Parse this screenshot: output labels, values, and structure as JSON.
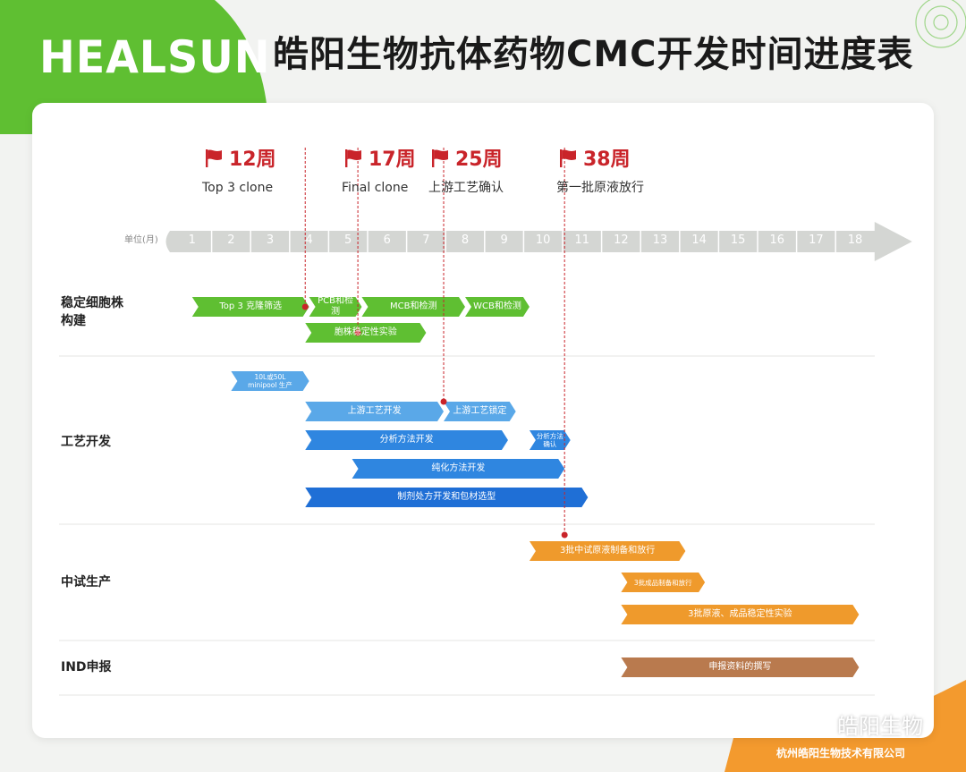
{
  "header": {
    "logo_text": "HEALSUN",
    "title": "皓阳生物抗体药物CMC开发时间进度表"
  },
  "axis": {
    "unit_label": "单位(月)",
    "months": [
      "1",
      "2",
      "3",
      "4",
      "5",
      "6",
      "7",
      "8",
      "9",
      "10",
      "11",
      "12",
      "13",
      "14",
      "15",
      "16",
      "17",
      "18"
    ]
  },
  "milestones": [
    {
      "week": "12周",
      "label": "Top 3 clone",
      "month_pos": 3.4
    },
    {
      "week": "17周",
      "label": "Final clone",
      "month_pos": 4.75
    },
    {
      "week": "25周",
      "label": "上游工艺确认",
      "month_pos": 6.95
    },
    {
      "week": "38周",
      "label": "第一批原液放行",
      "month_pos": 10.05
    }
  ],
  "sections": [
    {
      "label": "稳定细胞株\n构建"
    },
    {
      "label": "工艺开发"
    },
    {
      "label": "中试生产"
    },
    {
      "label": "IND申报"
    }
  ],
  "bars": [
    {
      "text": "Top 3 克隆筛选",
      "start": 0.5,
      "end": 3.5,
      "row": 0,
      "color": "#5fbf32",
      "small": false
    },
    {
      "text": "PCB和检测",
      "start": 3.5,
      "end": 4.85,
      "row": 0,
      "color": "#5fbf32",
      "small": false
    },
    {
      "text": "MCB和检测",
      "start": 4.85,
      "end": 7.5,
      "row": 0,
      "color": "#5fbf32",
      "small": false
    },
    {
      "text": "WCB和检测",
      "start": 7.5,
      "end": 9.15,
      "row": 0,
      "color": "#5fbf32",
      "small": false
    },
    {
      "text": "胞株稳定性实验",
      "start": 3.4,
      "end": 6.5,
      "row": 1,
      "color": "#5fbf32",
      "small": false
    },
    {
      "text": "10L或50L\nminipool 生产",
      "start": 1.5,
      "end": 3.5,
      "row": 2,
      "color": "#5aa8e8",
      "small": true
    },
    {
      "text": "上游工艺开发",
      "start": 3.4,
      "end": 6.95,
      "row": 3,
      "color": "#5aa8e8",
      "small": false
    },
    {
      "text": "上游工艺锁定",
      "start": 6.95,
      "end": 8.8,
      "row": 3,
      "color": "#5aa8e8",
      "small": false
    },
    {
      "text": "分析方法开发",
      "start": 3.4,
      "end": 8.6,
      "row": 4,
      "color": "#2f86e0",
      "small": false
    },
    {
      "text": "分析方法\n确认",
      "start": 9.15,
      "end": 10.2,
      "row": 4,
      "color": "#2f86e0",
      "small": true
    },
    {
      "text": "纯化方法开发",
      "start": 4.6,
      "end": 10.05,
      "row": 5,
      "color": "#2f86e0",
      "small": false
    },
    {
      "text": "制剂处方开发和包材选型",
      "start": 3.4,
      "end": 10.65,
      "row": 6,
      "color": "#1f6fd6",
      "small": false
    },
    {
      "text": "3批中试原液制备和放行",
      "start": 9.15,
      "end": 13.15,
      "row": 7,
      "color": "#ef9a2c",
      "small": false
    },
    {
      "text": "3批成品制备和放行",
      "start": 11.5,
      "end": 13.65,
      "row": 8,
      "color": "#ef9a2c",
      "small": true
    },
    {
      "text": "3批原液、成品稳定性实验",
      "start": 11.5,
      "end": 17.6,
      "row": 9,
      "color": "#ef9a2c",
      "small": false
    },
    {
      "text": "申报资料的撰写",
      "start": 11.5,
      "end": 17.6,
      "row": 10,
      "color": "#b97a4e",
      "small": false
    }
  ],
  "footer": {
    "wechat_text": "皓阳生物",
    "company": "杭州皓阳生物技术有限公司"
  },
  "colors": {
    "brand_green": "#5fbf32",
    "brand_orange": "#f39a2e",
    "milestone_red": "#c9242a"
  }
}
